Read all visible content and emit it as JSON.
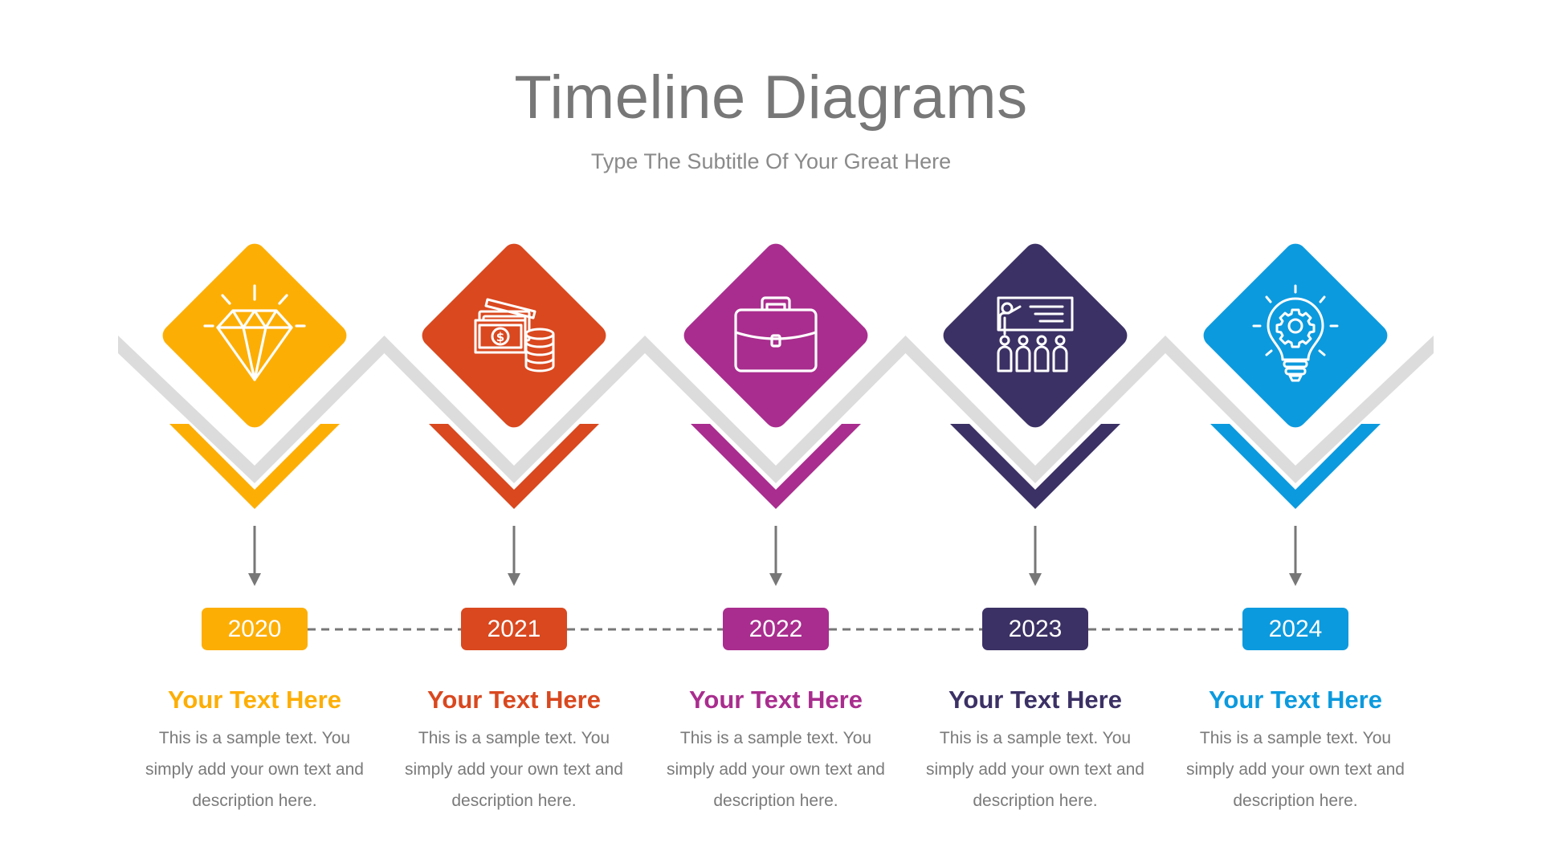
{
  "header": {
    "title": "Timeline Diagrams",
    "subtitle": "Type The Subtitle Of Your Great Here"
  },
  "colors": {
    "gray_chevron": "#dcdcdc",
    "connector": "#777777"
  },
  "steps": [
    {
      "year": "2020",
      "title": "Your Text Here",
      "desc": "This is a sample text. You simply add your own text and description here.",
      "color": "#FDAE05",
      "icon": "diamond-icon"
    },
    {
      "year": "2021",
      "title": "Your Text Here",
      "desc": "This is a sample text. You simply add your own text and description here.",
      "color": "#D9481F",
      "icon": "money-icon"
    },
    {
      "year": "2022",
      "title": "Your Text Here",
      "desc": "This is a sample text. You simply add your own text and description here.",
      "color": "#A92D8E",
      "icon": "briefcase-icon"
    },
    {
      "year": "2023",
      "title": "Your Text Here",
      "desc": "This is a sample text. You simply add your own text and description here.",
      "color": "#3C3165",
      "icon": "presentation-icon"
    },
    {
      "year": "2024",
      "title": "Your Text Here",
      "desc": "This is a sample text. You simply add your own text and description here.",
      "color": "#0C9ADE",
      "icon": "idea-gear-icon"
    }
  ]
}
